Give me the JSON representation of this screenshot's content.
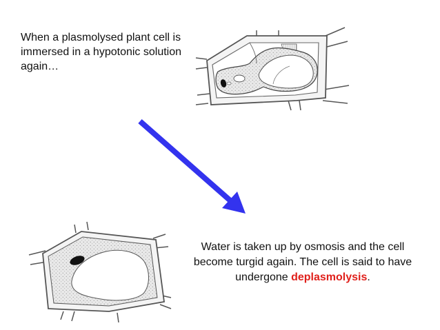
{
  "intro_text": "When a plasmolysed plant cell is immersed in a hypotonic solution again…",
  "result_text": {
    "before": "Water is taken up by osmosis and the cell become turgid again. The cell is said to have undergone ",
    "highlight": "deplasmolysis",
    "after": "."
  },
  "colors": {
    "arrow": "#3333ee",
    "highlight": "#e0201b",
    "cell_fill": "#e6e6e6",
    "cell_wall": "#555555"
  },
  "icons": {
    "arrow": "diagonal-arrow-icon",
    "plasmolysed_cell": "plasmolysed-cell-illustration",
    "turgid_cell": "turgid-cell-illustration"
  }
}
